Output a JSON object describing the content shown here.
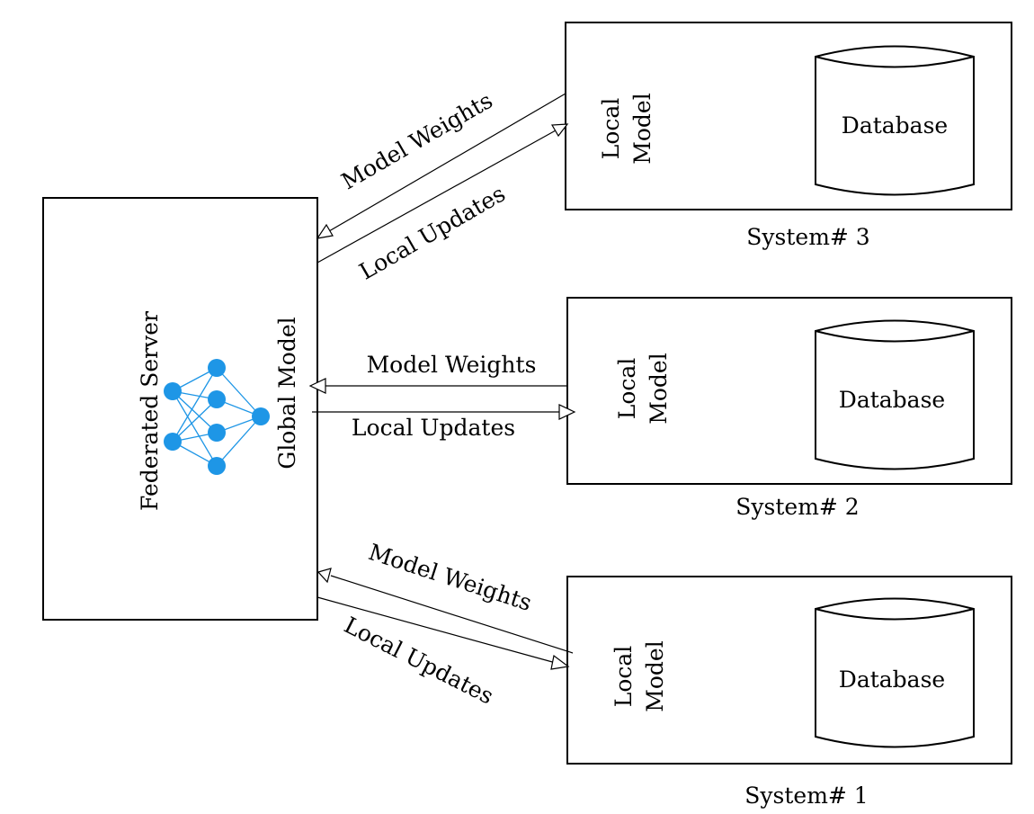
{
  "server": {
    "title": "Federated Server",
    "model_label": "Global Model"
  },
  "systems": [
    {
      "name": "System# 3",
      "local_model_line1": "Local",
      "local_model_line2": "Model",
      "database": "Database"
    },
    {
      "name": "System# 2",
      "local_model_line1": "Local",
      "local_model_line2": "Model",
      "database": "Database"
    },
    {
      "name": "System# 1",
      "local_model_line1": "Local",
      "local_model_line2": "Model",
      "database": "Database"
    }
  ],
  "links": [
    {
      "weights_label": "Model Weights",
      "updates_label": "Local Updates"
    },
    {
      "weights_label": "Model Weights",
      "updates_label": "Local Updates"
    },
    {
      "weights_label": "Model Weights",
      "updates_label": "Local Updates"
    }
  ],
  "colors": {
    "network": "#1e96e6",
    "stroke": "#000000"
  }
}
